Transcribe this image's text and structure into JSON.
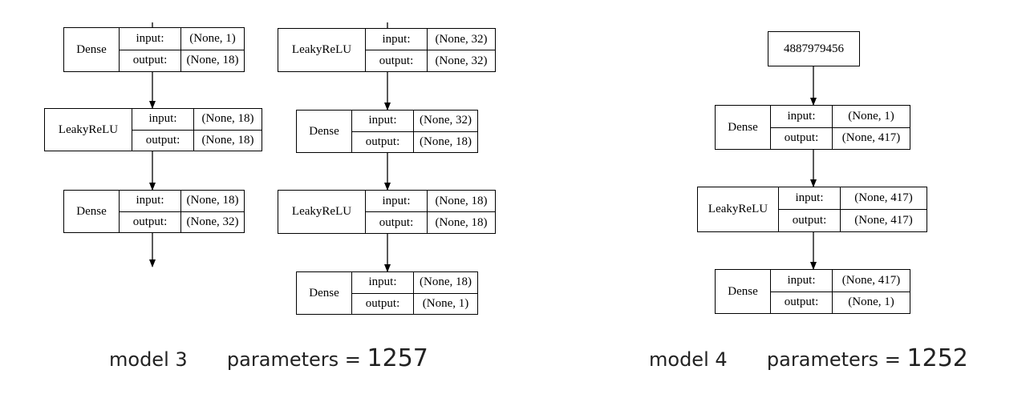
{
  "column_1": {
    "layers": [
      {
        "name": "Dense",
        "io_labels": [
          "input:",
          "output:"
        ],
        "values": [
          "(None, 1)",
          "(None, 18)"
        ]
      },
      {
        "name": "LeakyReLU",
        "io_labels": [
          "input:",
          "output:"
        ],
        "values": [
          "(None, 18)",
          "(None, 18)"
        ]
      },
      {
        "name": "Dense",
        "io_labels": [
          "input:",
          "output:"
        ],
        "values": [
          "(None, 18)",
          "(None, 32)"
        ]
      }
    ]
  },
  "column_2": {
    "layers": [
      {
        "name": "LeakyReLU",
        "io_labels": [
          "input:",
          "output:"
        ],
        "values": [
          "(None, 32)",
          "(None, 32)"
        ]
      },
      {
        "name": "Dense",
        "io_labels": [
          "input:",
          "output:"
        ],
        "values": [
          "(None, 32)",
          "(None, 18)"
        ]
      },
      {
        "name": "LeakyReLU",
        "io_labels": [
          "input:",
          "output:"
        ],
        "values": [
          "(None, 18)",
          "(None, 18)"
        ]
      },
      {
        "name": "Dense",
        "io_labels": [
          "input:",
          "output:"
        ],
        "values": [
          "(None, 18)",
          "(None, 1)"
        ]
      }
    ]
  },
  "model_4_diagram": {
    "input_node": "4887979456",
    "layers": [
      {
        "name": "Dense",
        "io_labels": [
          "input:",
          "output:"
        ],
        "values": [
          "(None, 1)",
          "(None, 417)"
        ]
      },
      {
        "name": "LeakyReLU",
        "io_labels": [
          "input:",
          "output:"
        ],
        "values": [
          "(None, 417)",
          "(None, 417)"
        ]
      },
      {
        "name": "Dense",
        "io_labels": [
          "input:",
          "output:"
        ],
        "values": [
          "(None, 417)",
          "(None, 1)"
        ]
      }
    ]
  },
  "captions": {
    "model_3": {
      "name": "model 3",
      "params_label": "parameters =",
      "params_value": "1257"
    },
    "model_4": {
      "name": "model 4",
      "params_label": "parameters =",
      "params_value": "1252"
    }
  }
}
